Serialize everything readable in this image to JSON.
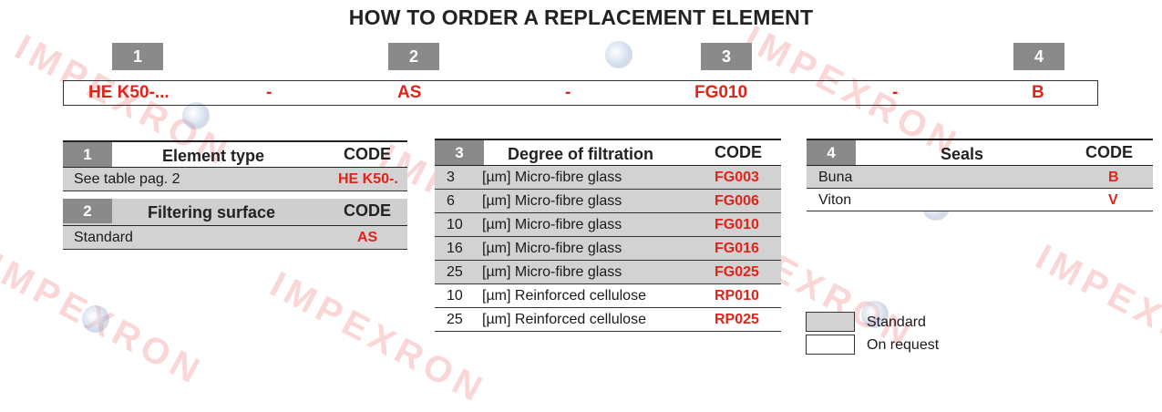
{
  "title": "HOW TO ORDER A REPLACEMENT ELEMENT",
  "steps": [
    "1",
    "2",
    "3",
    "4"
  ],
  "order_code": {
    "part1": "HE K50-...",
    "sep1": "-",
    "part2": "AS",
    "sep2": "-",
    "part3": "FG010",
    "sep3": "-",
    "part4": "B"
  },
  "element_type": {
    "number": "1",
    "heading": "Element type",
    "code_label": "CODE",
    "rows": [
      {
        "label": "See table pag. 2",
        "code": "HE K50-."
      }
    ]
  },
  "filtering_surface": {
    "number": "2",
    "heading": "Filtering surface",
    "code_label": "CODE",
    "rows": [
      {
        "label": "Standard",
        "code": "AS"
      }
    ]
  },
  "degree_of_filtration": {
    "number": "3",
    "heading": "Degree of filtration",
    "code_label": "CODE",
    "rows": [
      {
        "value": "3",
        "label": "[µm] Micro-fibre glass",
        "code": "FG003"
      },
      {
        "value": "6",
        "label": "[µm] Micro-fibre glass",
        "code": "FG006"
      },
      {
        "value": "10",
        "label": "[µm] Micro-fibre glass",
        "code": "FG010"
      },
      {
        "value": "16",
        "label": "[µm] Micro-fibre glass",
        "code": "FG016"
      },
      {
        "value": "25",
        "label": "[µm] Micro-fibre glass",
        "code": "FG025"
      },
      {
        "value": "10",
        "label": "[µm] Reinforced cellulose",
        "code": "RP010"
      },
      {
        "value": "25",
        "label": "[µm] Reinforced cellulose",
        "code": "RP025"
      }
    ]
  },
  "seals": {
    "number": "4",
    "heading": "Seals",
    "code_label": "CODE",
    "rows": [
      {
        "label": "Buna",
        "code": "B"
      },
      {
        "label": "Viton",
        "code": "V"
      }
    ]
  },
  "legend": {
    "standard": "Standard",
    "on_request": "On request"
  },
  "watermark": "IMPEXRON",
  "colors": {
    "code_red": "#e2231a",
    "header_grey": "#8a8a8a",
    "standard_fill": "#d2d2d2"
  }
}
